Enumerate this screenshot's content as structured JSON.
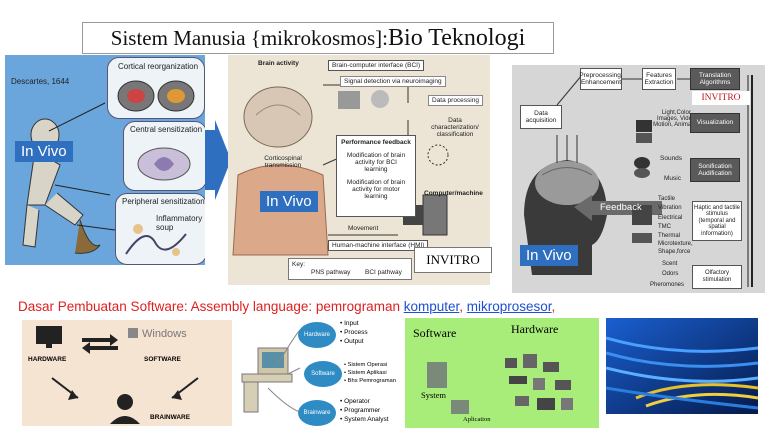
{
  "title": {
    "part1": "Sistem Manusia {mikrokosmos]:",
    "part2": "Bio Teknologi"
  },
  "panel1": {
    "author": "Descartes, 1644",
    "cortical": "Cortical reorganization",
    "central": "Central sensitization",
    "peripheral": "Peripheral sensitization",
    "inflammatory": "Inflammatory soup",
    "tag": "In Vivo"
  },
  "panel2": {
    "brain_activity": "Brain activity",
    "bci": "Brain-computer interface (BCI)",
    "signal_detection": "Signal detection via neuroimaging",
    "data_processing": "Data processing",
    "data_char": "Data characterization/ classification",
    "perf_feedback": "Performance feedback",
    "mod1": "Modification of brain activity for BCI learning",
    "mod2": "Modification of brain activity for motor learning",
    "corticospinal": "Corticospinal transmission",
    "computer": "Computer/machine",
    "movement": "Movement",
    "hmi": "Human-machine interface (HMI)",
    "key": "Key:",
    "pns": "PNS pathway",
    "bci_pathway": "BCI pathway",
    "tag": "In Vivo",
    "invitro": "INVITRO"
  },
  "panel3": {
    "data_acq": "Data acquisition",
    "preproc": "Preprocessing, Enhancement",
    "features": "Features Extraction",
    "translation": "Translation Algorithms",
    "invitro": "INVITRO",
    "light": "Light,Color, Images, Video, Motion, Animation",
    "visualization": "Visualization",
    "sounds": "Sounds",
    "music": "Music",
    "sonification": "Sonification Audification",
    "feedback": "Feedback",
    "tactile_list": [
      "Tactile",
      "Vibration",
      "Electrical",
      "TMC",
      "Thermal",
      "Microtexture, Shape,force"
    ],
    "haptic": "Haptic and tactile stimulus (temporal and spatial information)",
    "scent": "Scent",
    "odors": "Odors",
    "pheromones": "Pheromones",
    "olfactory": "Olfactory stimulation",
    "tag": "In Vivo"
  },
  "caption": {
    "prefix": "Dasar Pembuatan Software: Assembly language: pemrograman ",
    "link1": "komputer",
    "sep": ", ",
    "link2": "mikroprosesor",
    "suffix": ","
  },
  "bottom1": {
    "windows": "Windows",
    "hardware": "HARDWARE",
    "software": "SOFTWARE",
    "brainware": "BRAINWARE"
  },
  "bottom2": {
    "hardware": "Hardware",
    "software": "Software",
    "brainware": "Brainware",
    "hw_items": [
      "Input",
      "Process",
      "Output"
    ],
    "sw_items": [
      "Sistem Operasi",
      "Sistem Aplikasi",
      "Bhs Pemrograman"
    ],
    "bw_items": [
      "Operator",
      "Programmer",
      "System Analyst"
    ]
  },
  "bottom3": {
    "software": "Software",
    "hardware": "Hardware",
    "system": "System",
    "aplication": "Aplication"
  },
  "colors": {
    "accent_blue": "#2f6fc0",
    "caption_red": "#e02020",
    "link_blue": "#1d4fd6",
    "green_panel": "#a8ec7a"
  }
}
